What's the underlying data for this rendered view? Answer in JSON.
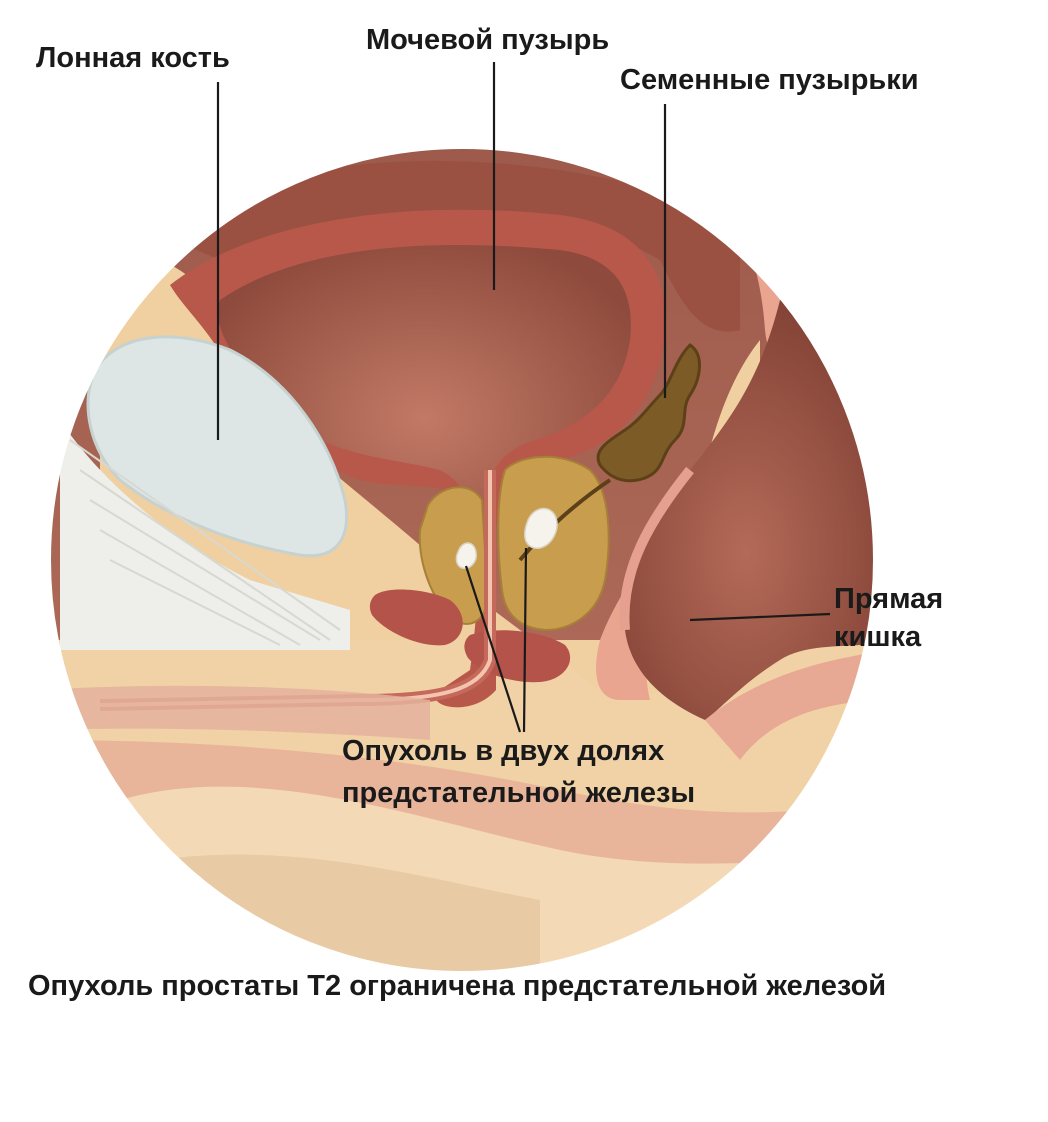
{
  "labels": {
    "pubic_bone": "Лонная кость",
    "bladder": "Мочевой пузырь",
    "seminal_vesicles": "Семенные пузырьки",
    "rectum_line1": "Прямая",
    "rectum_line2": "кишка",
    "tumor_line1": "Опухоль в двух долях",
    "tumor_line2": "предстательной железы"
  },
  "caption": "Опухоль простаты Т2 ограничена предстательной железой",
  "colors": {
    "tissue_dark": "#8a4a3e",
    "tissue_mid": "#c07a6a",
    "bladder_wall": "#b85a4a",
    "bladder_lumen": "#a5604f",
    "fat": "#f0cfa0",
    "bone": "#dfe7e6",
    "prostate": "#c9a04e",
    "vesicle": "#7a5a2a",
    "tumor": "#f5f2ea",
    "rectum": "#9b4f40",
    "skin": "#e9b79d",
    "leader": "#1a1a1a"
  }
}
